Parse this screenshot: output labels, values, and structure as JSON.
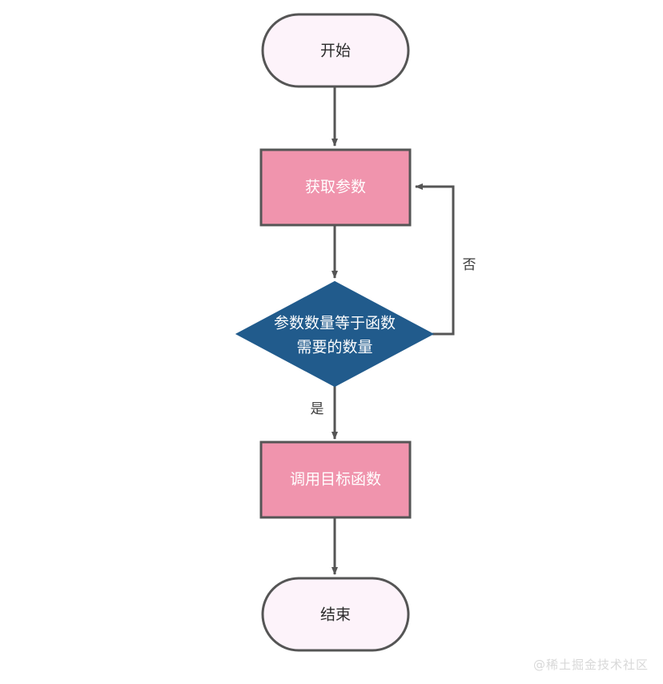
{
  "diagram": {
    "type": "flowchart",
    "orientation": "top-to-bottom",
    "background_color": "#ffffff",
    "stroke_color": "#555555",
    "nodes": [
      {
        "id": "start",
        "shape": "stadium",
        "label": "开始",
        "fill": "#FDF3FA",
        "text_color": "#2b2b2b"
      },
      {
        "id": "get-params",
        "shape": "rectangle",
        "label": "获取参数",
        "fill": "#F094AD",
        "text_color": "#ffffff"
      },
      {
        "id": "check-count",
        "shape": "diamond",
        "label_line1": "参数数量等于函数",
        "label_line2": "需要的数量",
        "fill": "#215B8C",
        "text_color": "#ffffff"
      },
      {
        "id": "call-function",
        "shape": "rectangle",
        "label": "调用目标函数",
        "fill": "#F094AD",
        "text_color": "#ffffff"
      },
      {
        "id": "end",
        "shape": "stadium",
        "label": "结束",
        "fill": "#FDF3FA",
        "text_color": "#2b2b2b"
      }
    ],
    "edges": [
      {
        "id": "start-to-get-params",
        "from": "start",
        "to": "get-params",
        "label": ""
      },
      {
        "id": "get-params-to-check",
        "from": "get-params",
        "to": "check-count",
        "label": ""
      },
      {
        "id": "check-to-call",
        "from": "check-count",
        "to": "call-function",
        "label": "是"
      },
      {
        "id": "check-to-get-params-loop",
        "from": "check-count",
        "to": "get-params",
        "label": "否"
      },
      {
        "id": "call-to-end",
        "from": "call-function",
        "to": "end",
        "label": ""
      }
    ]
  },
  "watermark": {
    "text": "@稀土掘金技术社区"
  }
}
